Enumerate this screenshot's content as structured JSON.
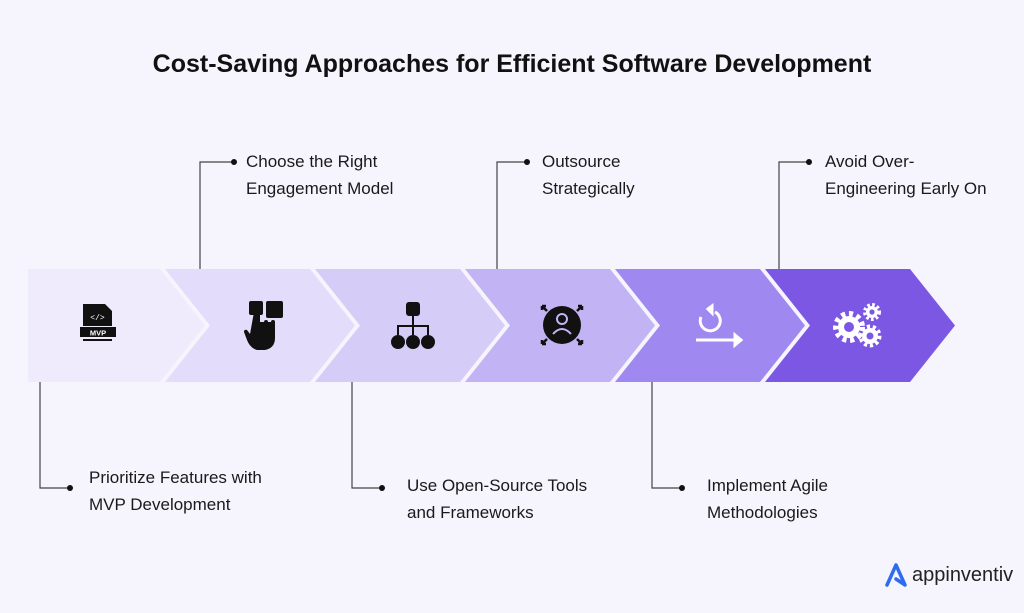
{
  "title": "Cost-Saving Approaches for Efficient Software Development",
  "steps": [
    {
      "label1": "Prioritize Features with",
      "label2": "MVP Development",
      "icon": "mvp-file-icon",
      "color": "#efebfd"
    },
    {
      "label1": "Choose the Right",
      "label2": "Engagement Model",
      "icon": "hand-tap-icon",
      "color": "#e4dcfb"
    },
    {
      "label1": "Use Open-Source Tools",
      "label2": "and Frameworks",
      "icon": "hierarchy-icon",
      "color": "#d6ccf8"
    },
    {
      "label1": "Outsource",
      "label2": "Strategically",
      "icon": "user-focus-icon",
      "color": "#c2b3f4"
    },
    {
      "label1": "Implement Agile",
      "label2": "Methodologies",
      "icon": "agile-cycle-icon",
      "color": "#9f88ef"
    },
    {
      "label1": "Avoid Over-",
      "label2": "Engineering Early On",
      "icon": "gears-icon",
      "color": "#7b57e3"
    }
  ],
  "mvp_text": "MVP",
  "brand": {
    "name": "appinventiv",
    "color": "#2f6bf0"
  }
}
